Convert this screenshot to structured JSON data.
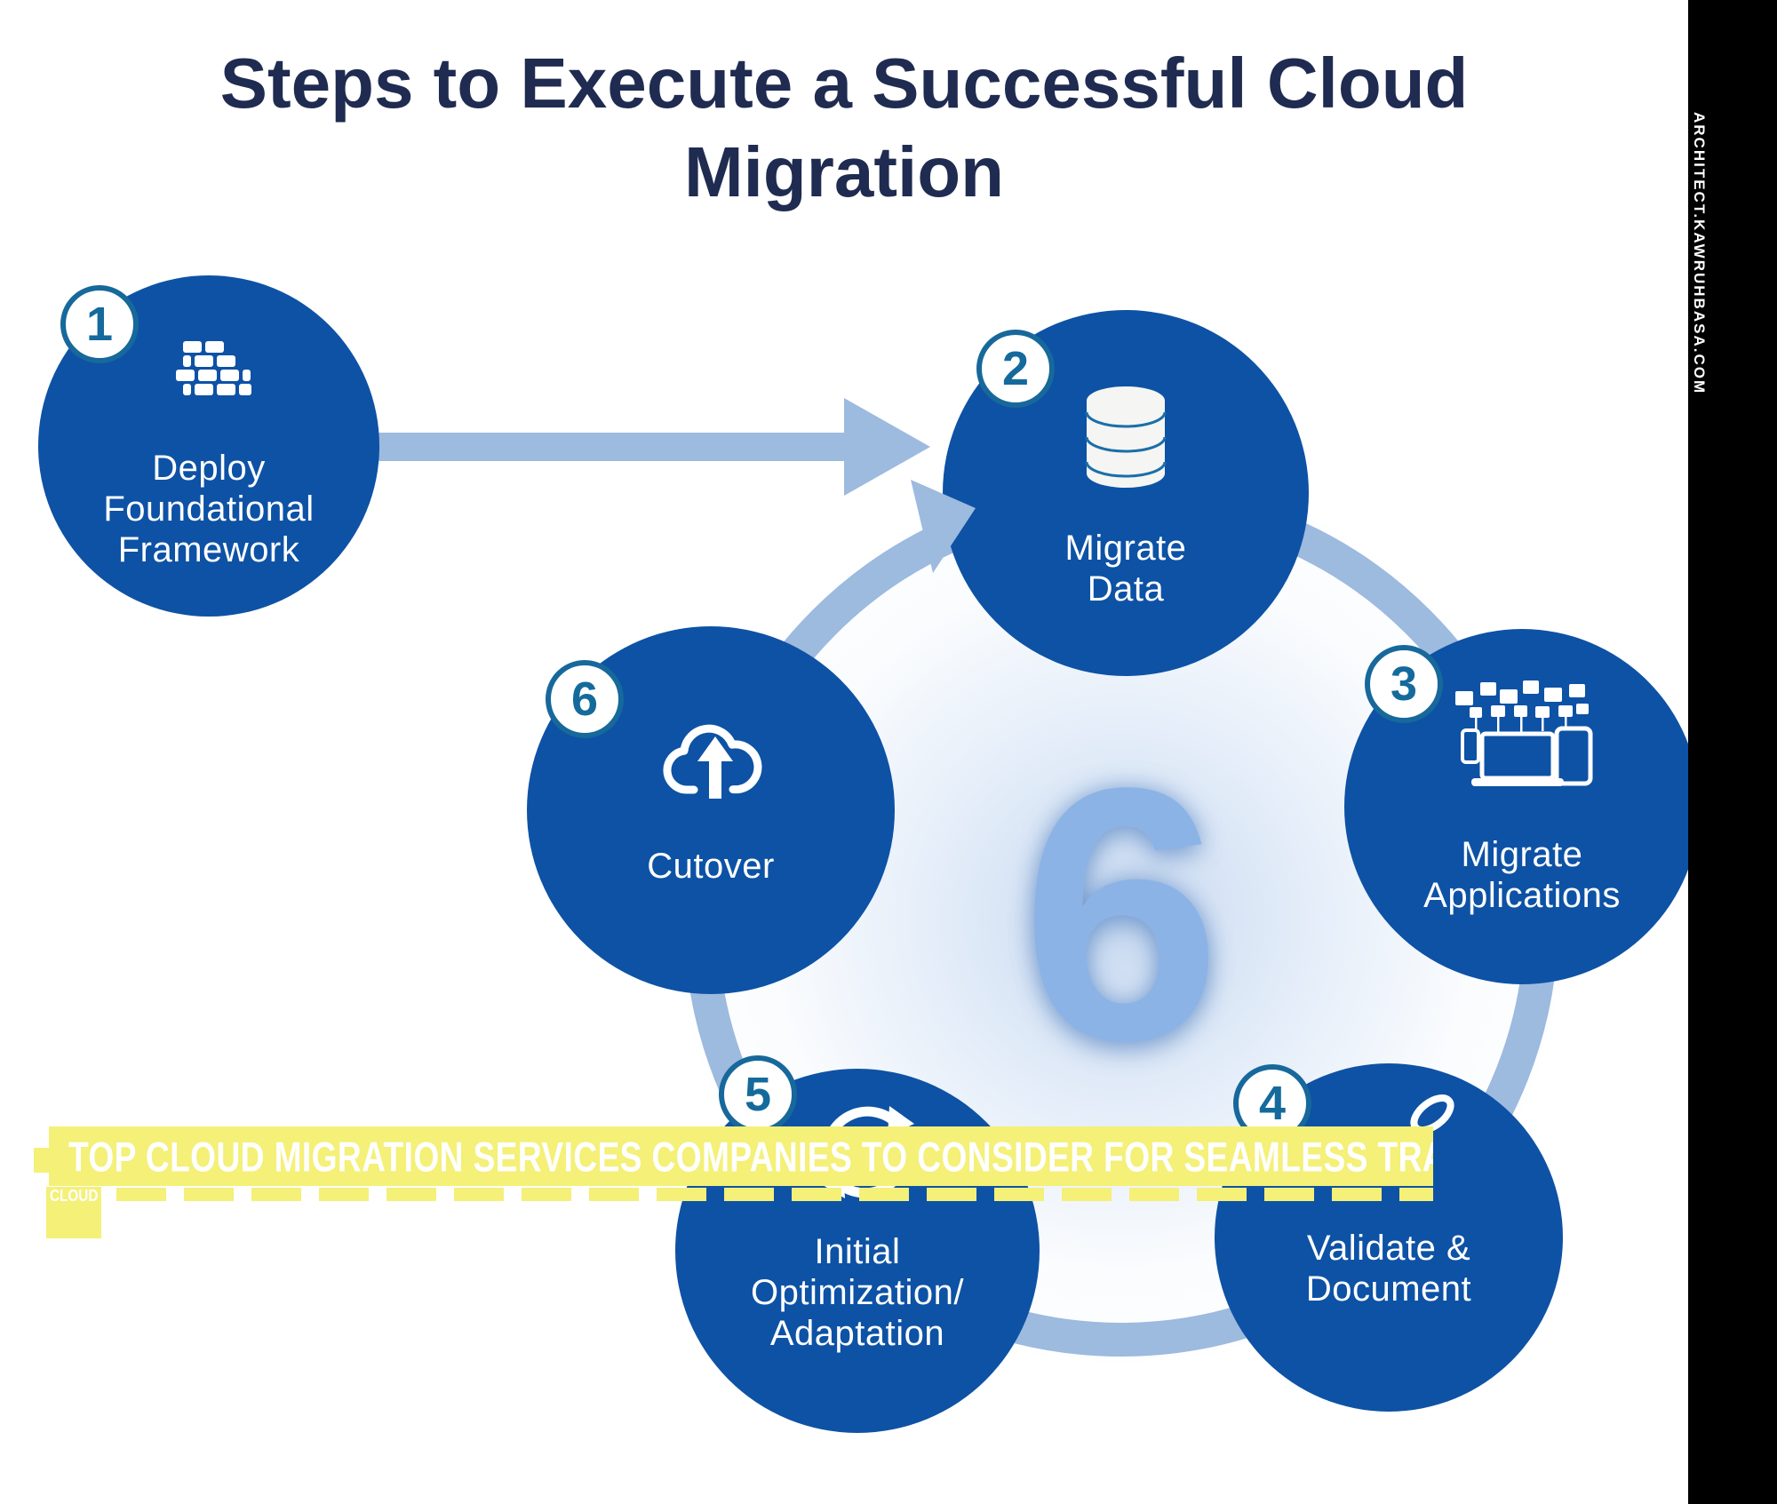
{
  "title": {
    "line1": "Steps to Execute a Successful Cloud",
    "line2": "Migration"
  },
  "watermark": "ARCHITECT.KAWRUHBASA.COM",
  "center_number": "6",
  "steps": [
    {
      "number": "1",
      "lines": [
        "Deploy",
        "Foundational",
        "Framework"
      ],
      "icon": "brick-wall"
    },
    {
      "number": "2",
      "lines": [
        "Migrate",
        "Data"
      ],
      "icon": "database"
    },
    {
      "number": "3",
      "lines": [
        "Migrate",
        "Applications"
      ],
      "icon": "devices-apps"
    },
    {
      "number": "4",
      "lines": [
        "Validate &",
        "Document"
      ],
      "icon": "magnifier-loop"
    },
    {
      "number": "5",
      "lines": [
        "Initial",
        "Optimization/",
        "Adaptation"
      ],
      "icon": "refresh-arrows"
    },
    {
      "number": "6",
      "lines": [
        "Cutover"
      ],
      "icon": "cloud-upload"
    }
  ],
  "banner": {
    "headline": "TOP CLOUD MIGRATION SERVICES COMPANIES TO CONSIDER FOR SEAMLESS TRANSITION",
    "tag": "CLOUD"
  },
  "colors": {
    "circle_blue": "#0D52A5",
    "ring_light_blue": "#9DBADF",
    "badge_teal": "#17689B",
    "highlight_yellow": "#F4F078",
    "title_navy": "#1F2B50",
    "center_number_blue": "#8CB3E6"
  }
}
